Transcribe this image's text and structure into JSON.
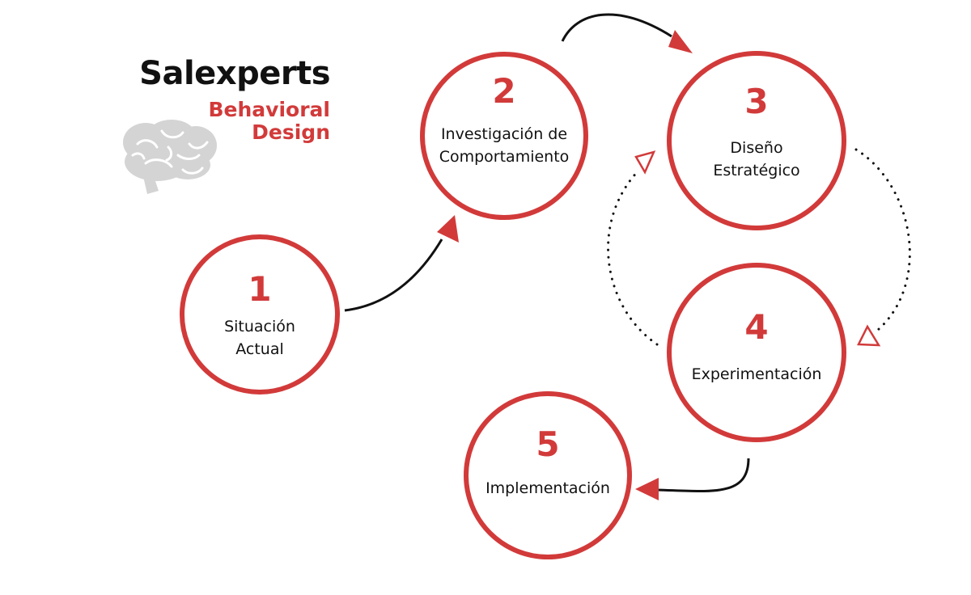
{
  "brand": {
    "name": "Salexperts",
    "subtitle_line1": "Behavioral",
    "subtitle_line2": "Design",
    "logo_icon": "brain-icon",
    "accent_color": "#d23a3a",
    "logo_color": "#d4d4d4"
  },
  "steps": [
    {
      "number": "1",
      "label_lines": [
        "Situación",
        "Actual"
      ]
    },
    {
      "number": "2",
      "label_lines": [
        "Investigación de",
        "Comportamiento"
      ]
    },
    {
      "number": "3",
      "label_lines": [
        "Diseño",
        "Estratégico"
      ]
    },
    {
      "number": "4",
      "label_lines": [
        "Experimentación"
      ]
    },
    {
      "number": "5",
      "label_lines": [
        "Implementación"
      ]
    }
  ],
  "colors": {
    "circle_stroke": "#d23a3a",
    "text": "#111111",
    "arrow_line": "#111111",
    "arrow_head": "#d23a3a"
  }
}
